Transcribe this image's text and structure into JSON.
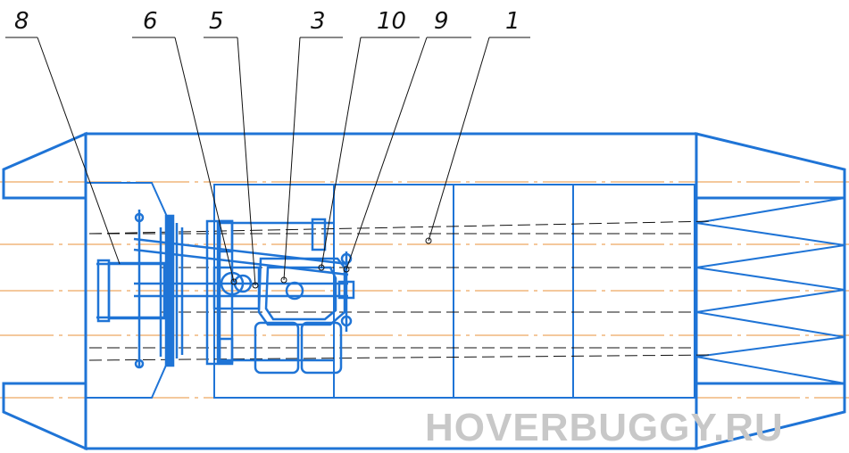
{
  "callouts": [
    {
      "id": "c8",
      "text": "8"
    },
    {
      "id": "c6",
      "text": "6"
    },
    {
      "id": "c5",
      "text": "5"
    },
    {
      "id": "c3",
      "text": "3"
    },
    {
      "id": "c10",
      "text": "10"
    },
    {
      "id": "c9",
      "text": "9"
    },
    {
      "id": "c1",
      "text": "1"
    }
  ],
  "watermark": "HOVERBUGGY.RU",
  "colors": {
    "outline": "#1f74d6",
    "centerline": "#e8903a",
    "hidden": "#111111",
    "watermark": "#c8c8c8"
  }
}
